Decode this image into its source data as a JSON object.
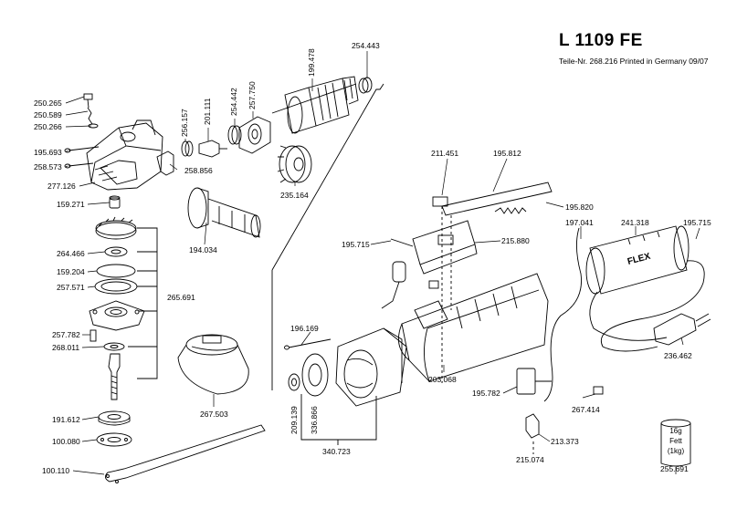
{
  "header": {
    "title": "L 1109 FE",
    "subtitle": "Teile-Nr. 268.216 Printed in Germany 09/07"
  },
  "grease_can": {
    "line1": "16g",
    "line2": "Fett",
    "line3": "(1kg)"
  },
  "brand_logo": "FLEX",
  "labels": {
    "p250265": "250.265",
    "p250589": "250.589",
    "p250266": "250.266",
    "p195693": "195.693",
    "p258573": "258.573",
    "p277126": "277.126",
    "p159271": "159.271",
    "p264466": "264.466",
    "p159204": "159.204",
    "p257571": "257.571",
    "p265691": "265.691",
    "p257782": "257.782",
    "p268011": "268.011",
    "p191612": "191.612",
    "p100080": "100.080",
    "p100110": "100.110",
    "p256157": "256.157",
    "p201111": "201.111",
    "p254442": "254.442",
    "p257750": "257.750",
    "p199478": "199.478",
    "p254443": "254.443",
    "p258856": "258.856",
    "p235164": "235.164",
    "p194034": "194.034",
    "p267503": "267.503",
    "p211451": "211.451",
    "p195812": "195.812",
    "p195820": "195.820",
    "p197041": "197.041",
    "p241318": "241.318",
    "p195715a": "195.715",
    "p195715b": "195.715",
    "p215880": "215.880",
    "p196169": "196.169",
    "p203068": "203.068",
    "p209139": "209.139",
    "p336866": "336.866",
    "p340723": "340.723",
    "p195782": "195.782",
    "p267414": "267.414",
    "p213373": "213.373",
    "p215074": "215.074",
    "p236462": "236.462",
    "p255691": "255.691"
  }
}
